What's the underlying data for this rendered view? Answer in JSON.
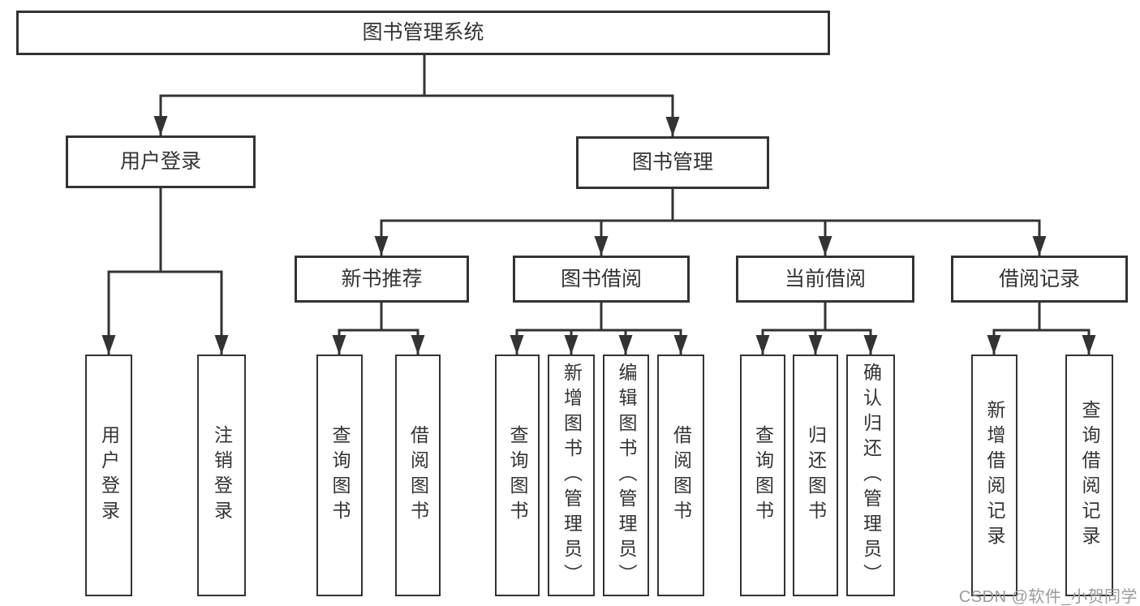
{
  "diagram_title": "图书管理系统",
  "tree": {
    "label": "图书管理系统",
    "children": [
      {
        "label": "用户登录",
        "children": [
          {
            "label": "用户登录"
          },
          {
            "label": "注销登录"
          }
        ]
      },
      {
        "label": "图书管理",
        "children": [
          {
            "label": "新书推荐",
            "children": [
              {
                "label": "查询图书"
              },
              {
                "label": "借阅图书"
              }
            ]
          },
          {
            "label": "图书借阅",
            "children": [
              {
                "label": "查询图书"
              },
              {
                "label": "新增图书（管理员）"
              },
              {
                "label": "编辑图书（管理员）"
              },
              {
                "label": "借阅图书"
              }
            ]
          },
          {
            "label": "当前借阅",
            "children": [
              {
                "label": "查询图书"
              },
              {
                "label": "归还图书"
              },
              {
                "label": "确认归还（管理员）"
              }
            ]
          },
          {
            "label": "借阅记录",
            "children": [
              {
                "label": "新增借阅记录"
              },
              {
                "label": "查询借阅记录"
              }
            ]
          }
        ]
      }
    ]
  },
  "watermark": {
    "text": "CSDN @软件_小贺同学"
  },
  "colors": {
    "line": "#333333",
    "text": "#333333",
    "box_background": "#ffffff",
    "watermark": "#9b9b9b"
  }
}
